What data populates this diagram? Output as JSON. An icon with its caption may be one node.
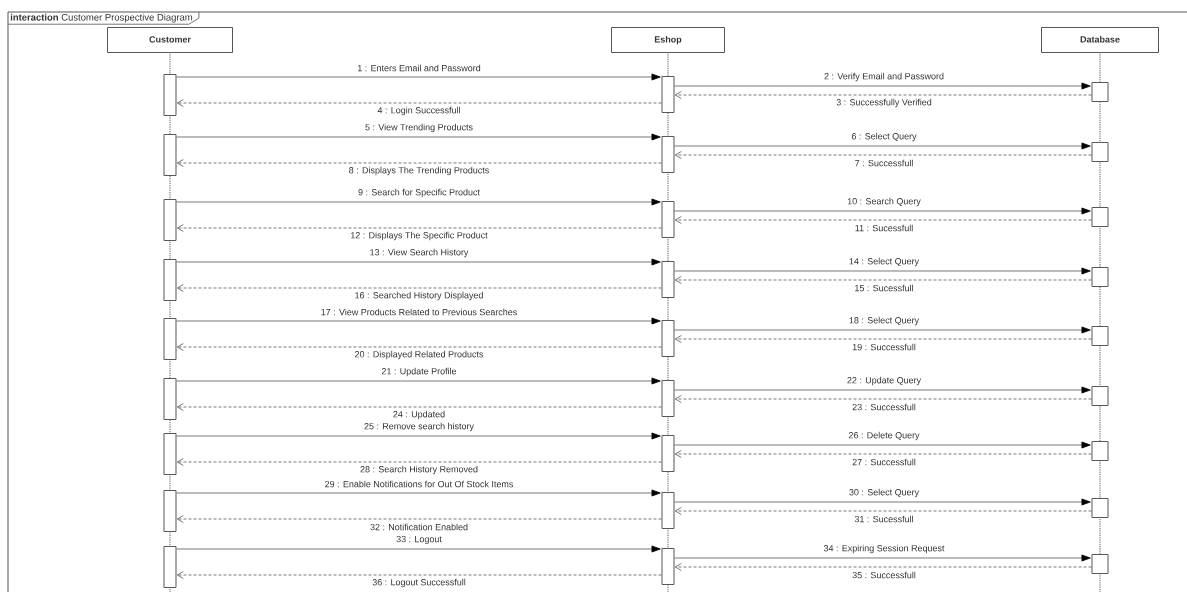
{
  "diagram": {
    "nodes": [
      {
        "text": [
          "**interaction** Customer Prospective Diagram"
        ]
      },
      {
        "text": [
          "Customer"
        ],
        "in": 0
      },
      {
        "text": [
          "Eshop"
        ],
        "in": 0
      },
      {
        "text": [
          "Database"
        ],
        "in": 0
      },
      {
        "text": [],
        "shape": "bar",
        "in": 0
      },
      {
        "text": [],
        "shape": "bar",
        "in": 0
      },
      {
        "text": [],
        "shape": "bar",
        "in": 0
      },
      {
        "text": [],
        "shape": "bar",
        "in": 0
      },
      {
        "text": [],
        "shape": "bar",
        "in": 0
      },
      {
        "text": [],
        "shape": "bar",
        "in": 0
      },
      {
        "text": [],
        "shape": "bar",
        "in": 0
      },
      {
        "text": [],
        "shape": "bar",
        "in": 0
      },
      {
        "text": [],
        "shape": "bar",
        "in": 0
      },
      {
        "text": [],
        "shape": "bar",
        "in": 0
      },
      {
        "text": [],
        "shape": "bar",
        "in": 0
      },
      {
        "text": [],
        "shape": "bar",
        "in": 0
      },
      {
        "text": [],
        "shape": "bar",
        "in": 0
      },
      {
        "text": [],
        "shape": "bar",
        "in": 0
      },
      {
        "text": [],
        "shape": "bar",
        "in": 0
      },
      {
        "text": [],
        "shape": "bar",
        "in": 0
      },
      {
        "text": [],
        "shape": "bar",
        "in": 0
      },
      {
        "text": [],
        "shape": "bar",
        "in": 0
      },
      {
        "text": [],
        "shape": "bar",
        "in": 0
      },
      {
        "text": [],
        "shape": "bar",
        "in": 0
      },
      {
        "text": [],
        "shape": "bar",
        "in": 0
      },
      {
        "text": [],
        "shape": "bar",
        "in": 0
      },
      {
        "text": [],
        "shape": "bar",
        "in": 0
      },
      {
        "text": [],
        "shape": "bar",
        "in": 0
      },
      {
        "text": [],
        "shape": "bar",
        "in": 0
      },
      {
        "text": [],
        "shape": "bar",
        "in": 0
      },
      {
        "text": [],
        "shape": "bar",
        "in": 0
      }
    ],
    "edges": [
      {
        "from": 4,
        "to": 5,
        "arrow": "to",
        "label": "1 : Enters Email and Password"
      },
      {
        "from": 5,
        "to": 6,
        "arrow": "to",
        "label": "2 : Verify Email and Password"
      },
      {
        "from": 6,
        "to": 5,
        "arrow": "to",
        "style": "dashed",
        "label": "3 : Successfully Verified"
      },
      {
        "from": 5,
        "to": 4,
        "arrow": "to",
        "style": "dashed",
        "label": "4 : Login Successfull"
      },
      {
        "from": 7,
        "to": 8,
        "arrow": "to",
        "label": "5 : View Trending Products"
      },
      {
        "from": 8,
        "to": 9,
        "arrow": "to",
        "label": "6 : Select Query"
      },
      {
        "from": 9,
        "to": 8,
        "arrow": "to",
        "style": "dashed",
        "label": "7 : Successfull"
      },
      {
        "from": 8,
        "to": 7,
        "arrow": "to",
        "style": "dashed",
        "label": "8 : Displays The Trending Products"
      },
      {
        "from": 10,
        "to": 11,
        "arrow": "to",
        "label": "9 : Search for Specific Product"
      },
      {
        "from": 11,
        "to": 12,
        "arrow": "to",
        "label": "10 : Search Query"
      },
      {
        "from": 12,
        "to": 11,
        "arrow": "to",
        "style": "dashed",
        "label": "11 : Sucessfull"
      },
      {
        "from": 11,
        "to": 10,
        "arrow": "to",
        "style": "dashed",
        "label": "12 : Displays The Specific Product"
      },
      {
        "from": 13,
        "to": 14,
        "arrow": "to",
        "label": "13 : View Search History"
      },
      {
        "from": 14,
        "to": 15,
        "arrow": "to",
        "label": "14 : Select Query"
      },
      {
        "from": 15,
        "to": 14,
        "arrow": "to",
        "style": "dashed",
        "label": "15 : Sucessfull"
      },
      {
        "from": 14,
        "to": 13,
        "arrow": "to",
        "style": "dashed",
        "label": "16 : Searched History Displayed"
      },
      {
        "from": 16,
        "to": 17,
        "arrow": "to",
        "label": "17 : View Products Related to Previous Searches"
      },
      {
        "from": 17,
        "to": 18,
        "arrow": "to",
        "label": "18 : Select Query"
      },
      {
        "from": 18,
        "to": 17,
        "arrow": "to",
        "style": "dashed",
        "label": "19 : Successfull"
      },
      {
        "from": 17,
        "to": 16,
        "arrow": "to",
        "style": "dashed",
        "label": "20 : Displayed Related Products"
      },
      {
        "from": 19,
        "to": 20,
        "arrow": "to",
        "label": "21 : Update Profile"
      },
      {
        "from": 20,
        "to": 21,
        "arrow": "to",
        "label": "22 : Update Query"
      },
      {
        "from": 21,
        "to": 20,
        "arrow": "to",
        "style": "dashed",
        "label": "23 : Successfull"
      },
      {
        "from": 20,
        "to": 19,
        "arrow": "to",
        "style": "dashed",
        "label": "24 : Updated"
      },
      {
        "from": 22,
        "to": 23,
        "arrow": "to",
        "label": "25 : Remove search history"
      },
      {
        "from": 23,
        "to": 24,
        "arrow": "to",
        "label": "26 : Delete Query"
      },
      {
        "from": 24,
        "to": 23,
        "arrow": "to",
        "style": "dashed",
        "label": "27 : Successfull"
      },
      {
        "from": 23,
        "to": 22,
        "arrow": "to",
        "style": "dashed",
        "label": "28 : Search History Removed"
      },
      {
        "from": 25,
        "to": 26,
        "arrow": "to",
        "label": "29 : Enable Notifications for Out Of Stock Items"
      },
      {
        "from": 26,
        "to": 27,
        "arrow": "to",
        "label": "30 : Select Query"
      },
      {
        "from": 27,
        "to": 26,
        "arrow": "to",
        "style": "dashed",
        "label": "31 : Sucessfull"
      },
      {
        "from": 26,
        "to": 25,
        "arrow": "to",
        "style": "dashed",
        "label": "32 : Notification Enabled"
      },
      {
        "from": 28,
        "to": 29,
        "arrow": "to",
        "label": "33 : Logout"
      },
      {
        "from": 29,
        "to": 30,
        "arrow": "to",
        "label": "34 : Expiring Session Request"
      },
      {
        "from": 30,
        "to": 29,
        "arrow": "to",
        "style": "dashed",
        "label": "35 : Successfull"
      },
      {
        "from": 29,
        "to": 28,
        "arrow": "to",
        "style": "dashed",
        "label": "36 : Logout Successfull"
      }
    ]
  }
}
